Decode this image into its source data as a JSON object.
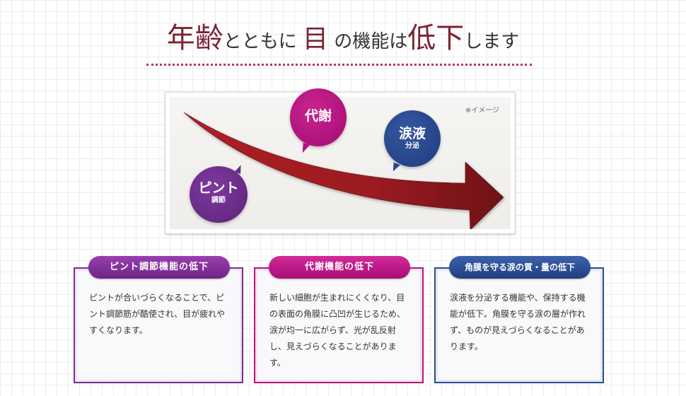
{
  "title": {
    "p1": "年齢",
    "p2": "とともに",
    "p3": "目",
    "p4": "の機能は",
    "p5": "低下",
    "p6": "します"
  },
  "diagram": {
    "note": "※イメージ",
    "bubbles": [
      {
        "main": "ピント",
        "sub": "調節",
        "color": "#6b2d8a"
      },
      {
        "main": "代謝",
        "sub": "",
        "color": "#b5117f"
      },
      {
        "main": "涙液",
        "sub": "分泌",
        "color": "#27478f"
      }
    ],
    "arrow_color": "#8a1a1f"
  },
  "cards": [
    {
      "heading": "ピント調節機能の低下",
      "body": "ピントが合いづらくなることで、ピント調節筋が酷使され、目が疲れやすくなります。",
      "color": "#7b2e93"
    },
    {
      "heading": "代謝機能の低下",
      "body": "新しい細胞が生まれにくくなり、目の表面の角膜に凸凹が生じるため、涙が均一に広がらず、光が乱反射し、見えづらくなることがあります。",
      "color": "#b8137f"
    },
    {
      "heading": "角膜を守る涙の質・量の低下",
      "body": "涙液を分泌する機能や、保持する機能が低下。角膜を守る涙の層が作れず、ものが見えづらくなることがあります。",
      "color": "#2a4d92"
    }
  ]
}
